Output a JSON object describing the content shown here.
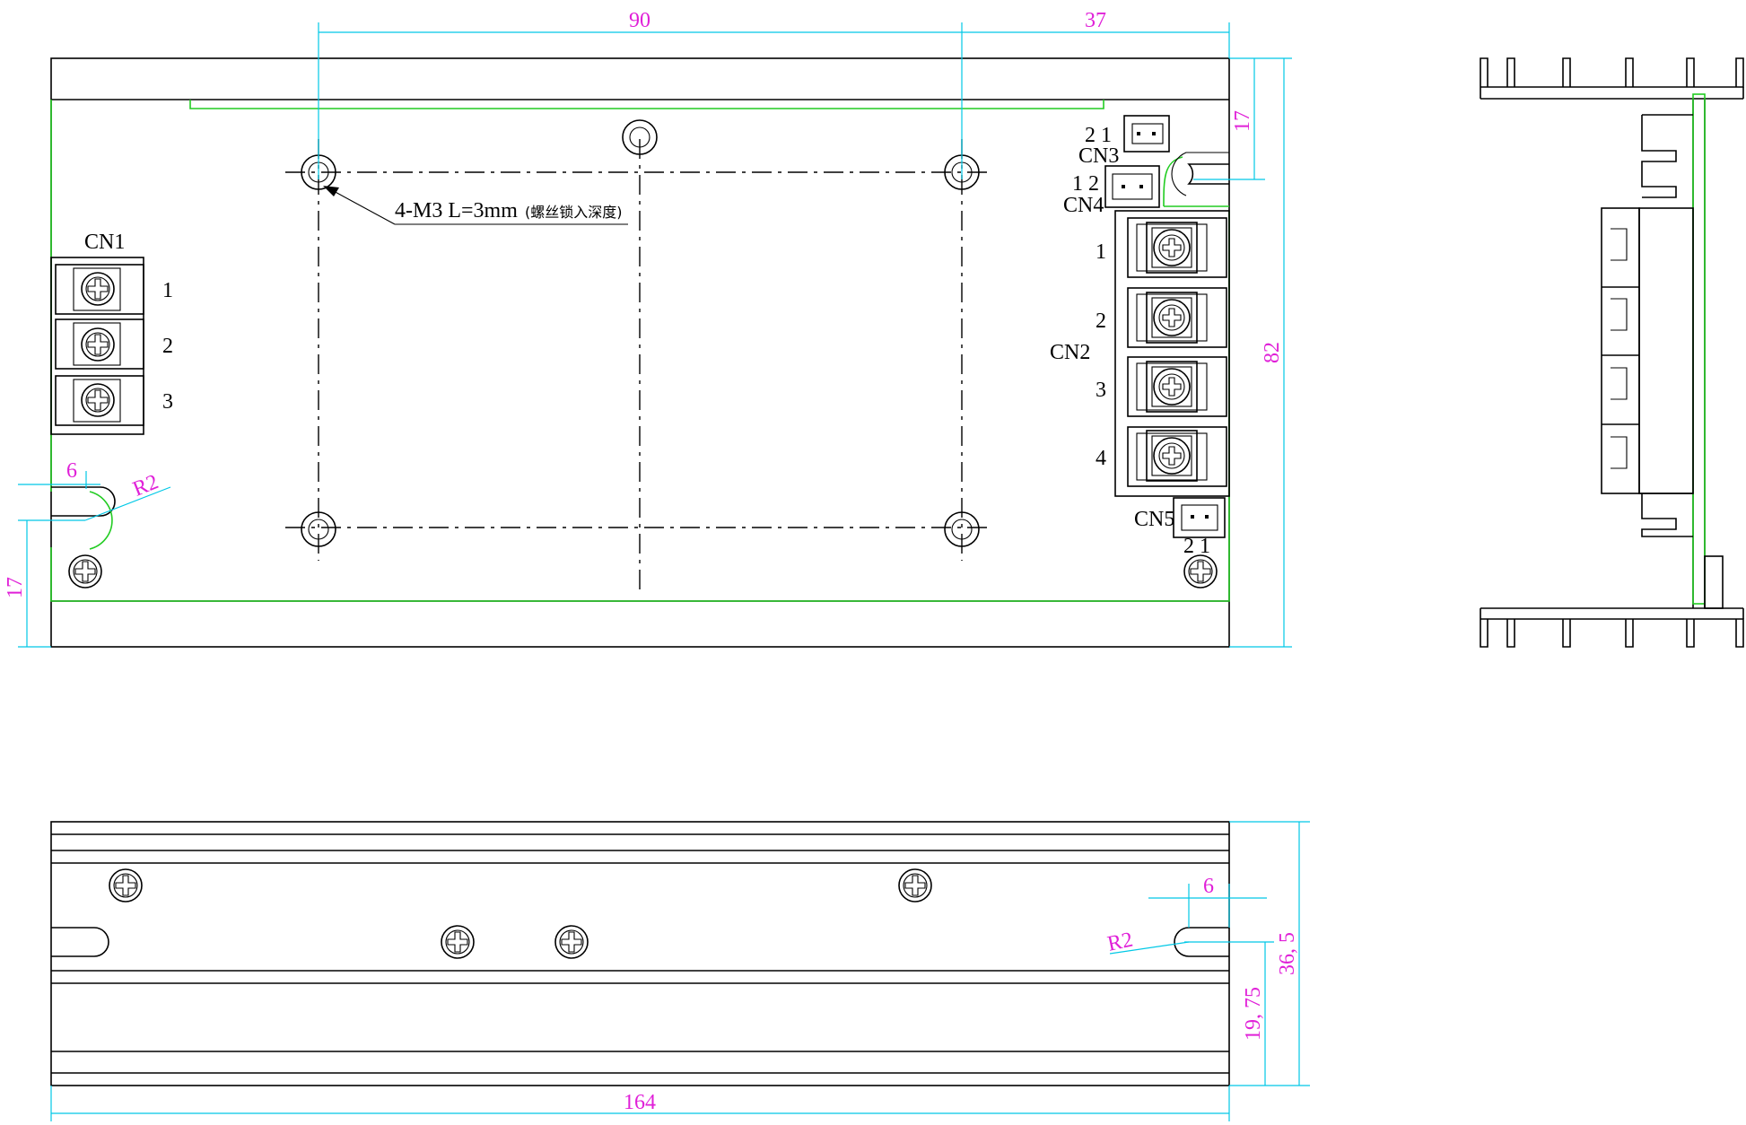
{
  "dimensions": {
    "top_width_90": "90",
    "top_width_37": "37",
    "right_height_17": "17",
    "right_height_82": "82",
    "left_slot_width_6": "6",
    "left_radius": "R2",
    "left_height_17": "17",
    "bottom_slot_width_6": "6",
    "bottom_radius": "R2",
    "bottom_height_36_5": "36, 5",
    "bottom_height_19_75": "19, 75",
    "bottom_length_164": "164"
  },
  "connectors": {
    "cn1": {
      "name": "CN1",
      "pins": [
        "1",
        "2",
        "3"
      ]
    },
    "cn2": {
      "name": "CN2",
      "pins": [
        "1",
        "2",
        "3",
        "4"
      ]
    },
    "cn3": {
      "name": "CN3",
      "pins": "2  1"
    },
    "cn4": {
      "name": "CN4",
      "pins": "1  2"
    },
    "cn5": {
      "name": "CN5",
      "pins": "2  1"
    }
  },
  "notes": {
    "mount_hole": "4-M3  L=3mm",
    "mount_hole_detail": "(螺丝锁入深度)"
  },
  "colors": {
    "dimension_line": "#00c8e6",
    "dimension_text": "#e020d8",
    "pcb_outline": "#22cc22",
    "outline": "#000000"
  }
}
